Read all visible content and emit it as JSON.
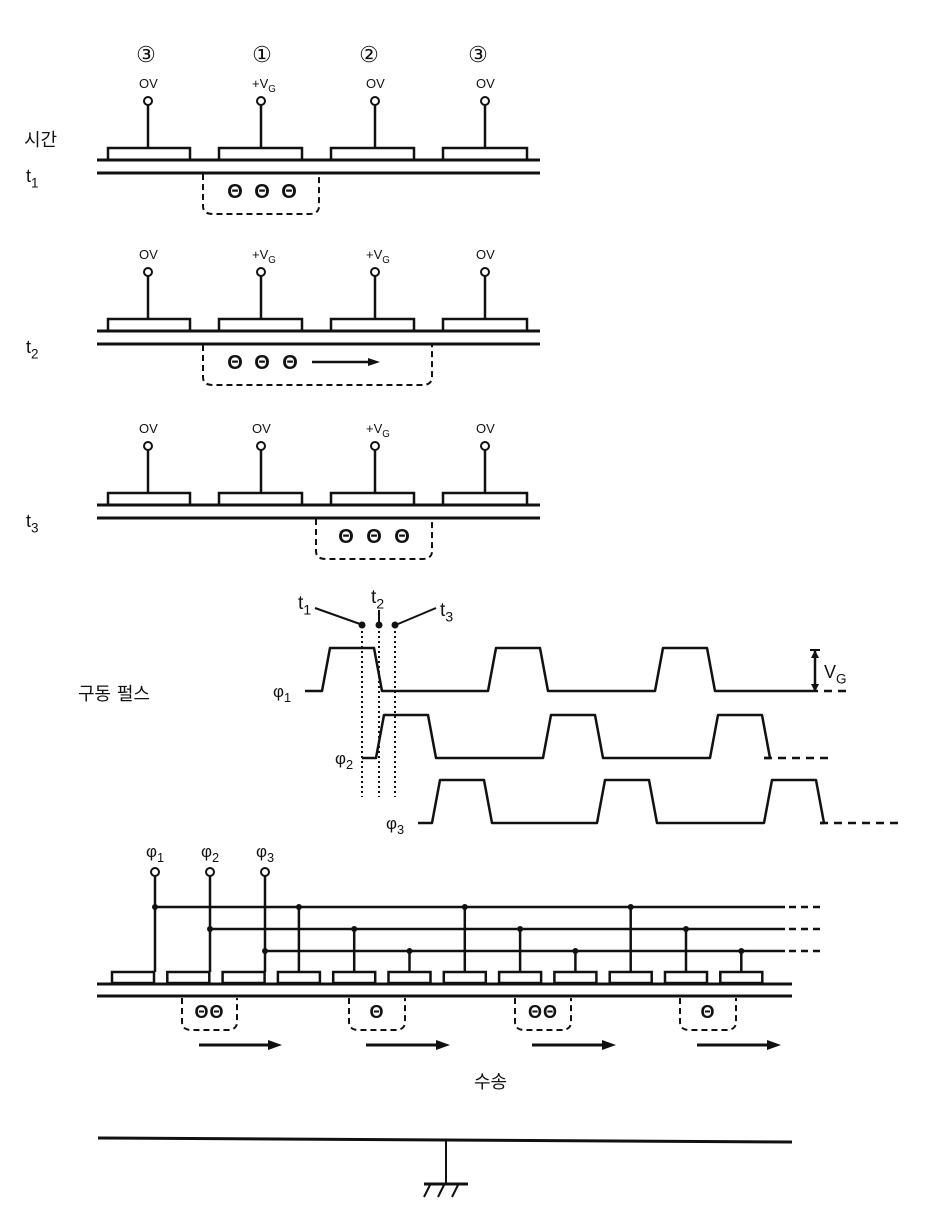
{
  "figure": {
    "time_label": "시간",
    "electrode_indices": [
      "③",
      "①",
      "②",
      "③"
    ],
    "states": [
      {
        "time": "t",
        "time_sub": "1",
        "voltages": [
          {
            "main": "OV",
            "sub": ""
          },
          {
            "main": "+V",
            "sub": "G"
          },
          {
            "main": "OV",
            "sub": ""
          },
          {
            "main": "OV",
            "sub": ""
          }
        ],
        "charges": [
          "Θ",
          "Θ",
          "Θ"
        ],
        "has_arrow": false
      },
      {
        "time": "t",
        "time_sub": "2",
        "voltages": [
          {
            "main": "OV",
            "sub": ""
          },
          {
            "main": "+V",
            "sub": "G"
          },
          {
            "main": "+V",
            "sub": "G"
          },
          {
            "main": "OV",
            "sub": ""
          }
        ],
        "charges": [
          "Θ",
          "Θ",
          "Θ"
        ],
        "has_arrow": true
      },
      {
        "time": "t",
        "time_sub": "3",
        "voltages": [
          {
            "main": "OV",
            "sub": ""
          },
          {
            "main": "OV",
            "sub": ""
          },
          {
            "main": "+V",
            "sub": "G"
          },
          {
            "main": "OV",
            "sub": ""
          }
        ],
        "charges": [
          "Θ",
          "Θ",
          "Θ"
        ],
        "has_arrow": false
      }
    ],
    "pulses": {
      "label": "구동 펄스",
      "phases": [
        {
          "name": "φ",
          "sub": "1"
        },
        {
          "name": "φ",
          "sub": "2"
        },
        {
          "name": "φ",
          "sub": "3"
        }
      ],
      "markers": [
        {
          "name": "t",
          "sub": "1"
        },
        {
          "name": "t",
          "sub": "2"
        },
        {
          "name": "t",
          "sub": "3"
        }
      ],
      "amplitude_label": {
        "main": "V",
        "sub": "G"
      }
    },
    "ccd": {
      "phase_labels": [
        {
          "name": "φ",
          "sub": "1"
        },
        {
          "name": "φ",
          "sub": "2"
        },
        {
          "name": "φ",
          "sub": "3"
        }
      ],
      "electrode_count": 12,
      "packets": [
        {
          "charges": "ΘΘ"
        },
        {
          "charges": "Θ"
        },
        {
          "charges": "ΘΘ"
        },
        {
          "charges": "Θ"
        }
      ],
      "transfer_label": "수송"
    }
  }
}
